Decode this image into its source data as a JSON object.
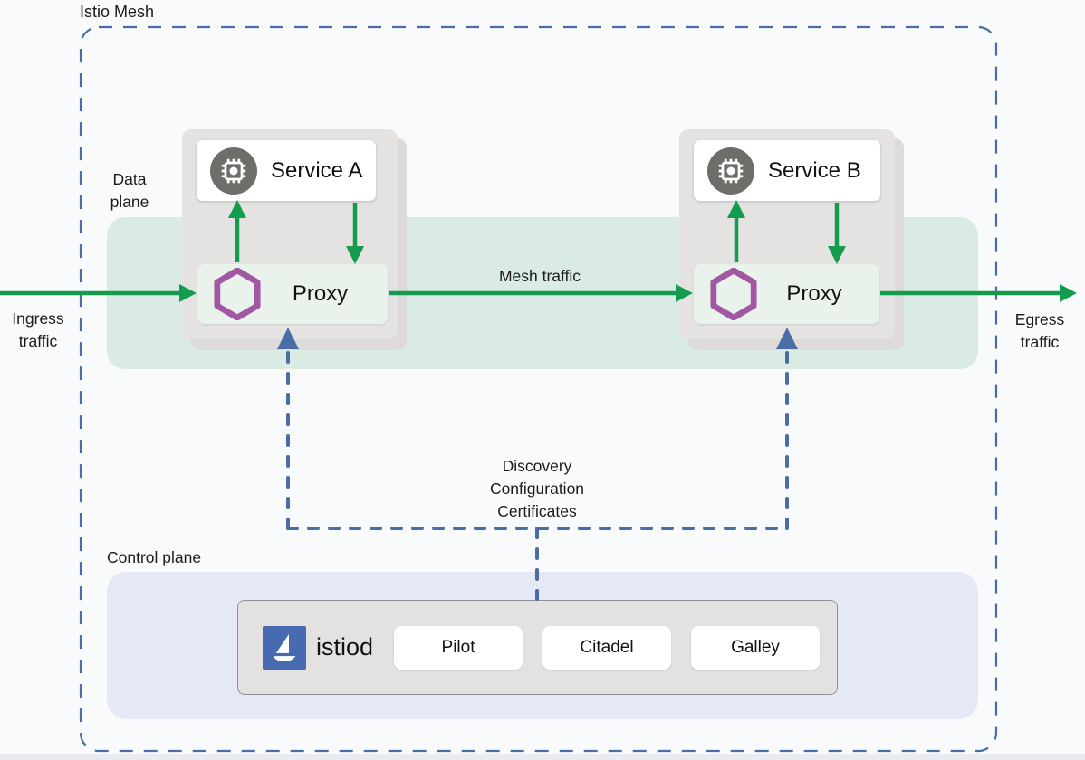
{
  "title": "Istio Mesh",
  "data_plane": {
    "line1": "Data",
    "line2": "plane"
  },
  "ingress": {
    "line1": "Ingress",
    "line2": "traffic"
  },
  "egress": {
    "line1": "Egress",
    "line2": "traffic"
  },
  "mesh_traffic_label": "Mesh traffic",
  "discovery": {
    "line1": "Discovery",
    "line2": "Configuration",
    "line3": "Certificates"
  },
  "services": [
    {
      "name": "Service A",
      "proxy_label": "Proxy"
    },
    {
      "name": "Service B",
      "proxy_label": "Proxy"
    }
  ],
  "control_plane": {
    "label": "Control plane",
    "istiod": {
      "name": "istiod",
      "components": [
        {
          "label": "Pilot"
        },
        {
          "label": "Citadel"
        },
        {
          "label": "Galley"
        }
      ]
    }
  },
  "colors": {
    "arrow_green": "#149b4e",
    "dashed_blue": "#4a6da6",
    "istio_logo_blue": "#466bb0",
    "hexagon_purple": "#a257a2",
    "service_icon_gray": "#6c6e6a",
    "mesh_band_green": "#e2efe8",
    "control_plane_bg": "#e4e9f5",
    "card_gray": "#e4e3e1",
    "background": "#f8fafc"
  }
}
